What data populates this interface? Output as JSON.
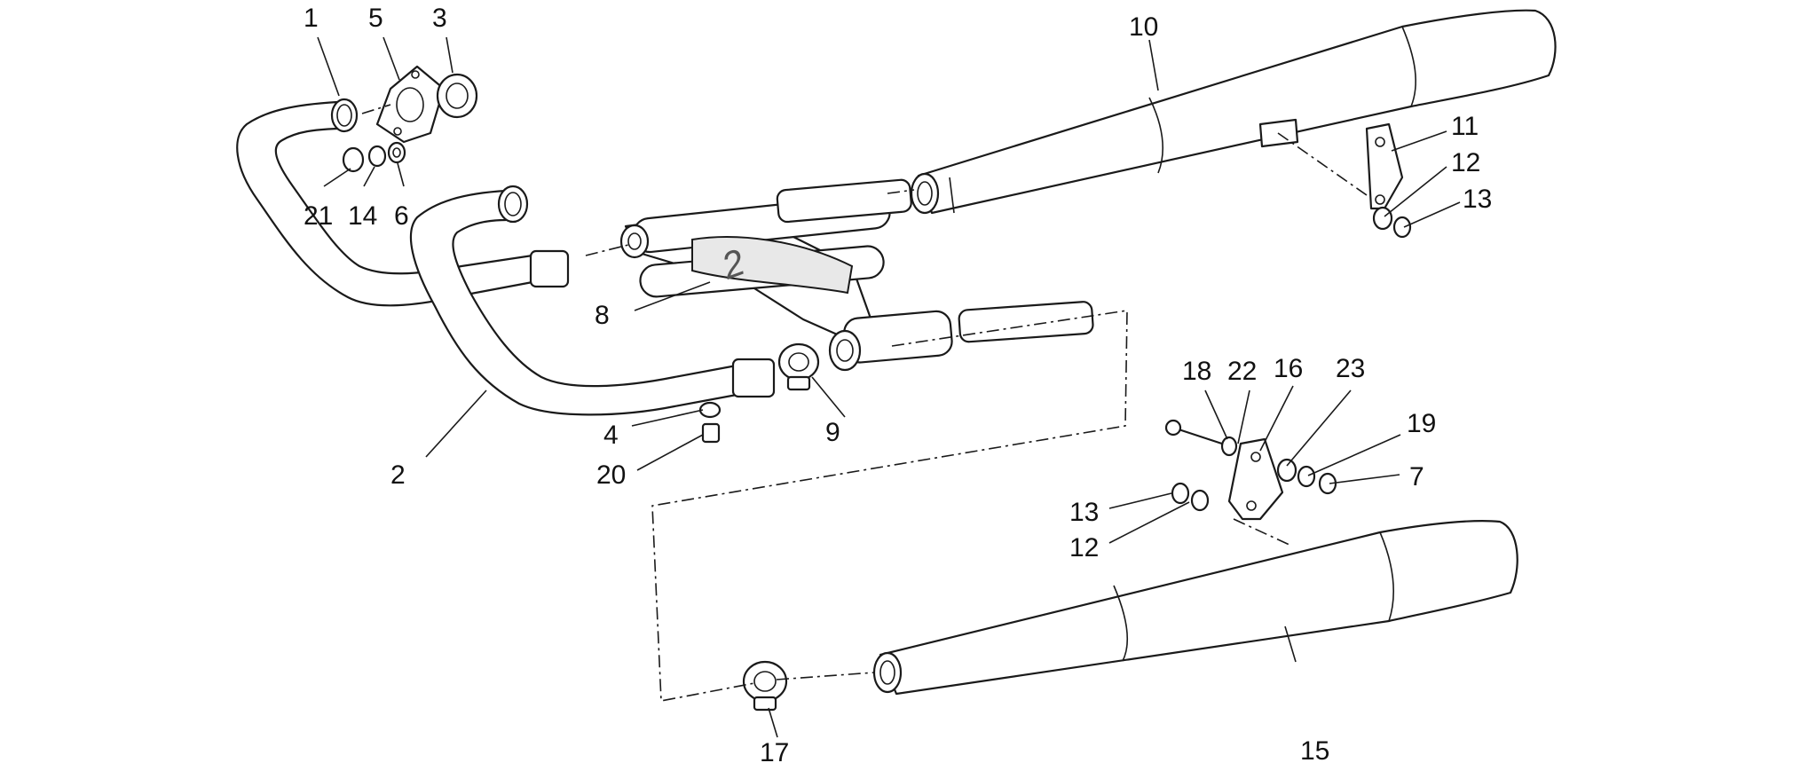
{
  "callouts": [
    "1",
    "2",
    "3",
    "4",
    "5",
    "6",
    "7",
    "8",
    "9",
    "10",
    "11",
    "12",
    "13",
    "14",
    "15",
    "16",
    "17",
    "18",
    "19",
    "20",
    "21",
    "22",
    "23"
  ],
  "crossover_marking": "2"
}
